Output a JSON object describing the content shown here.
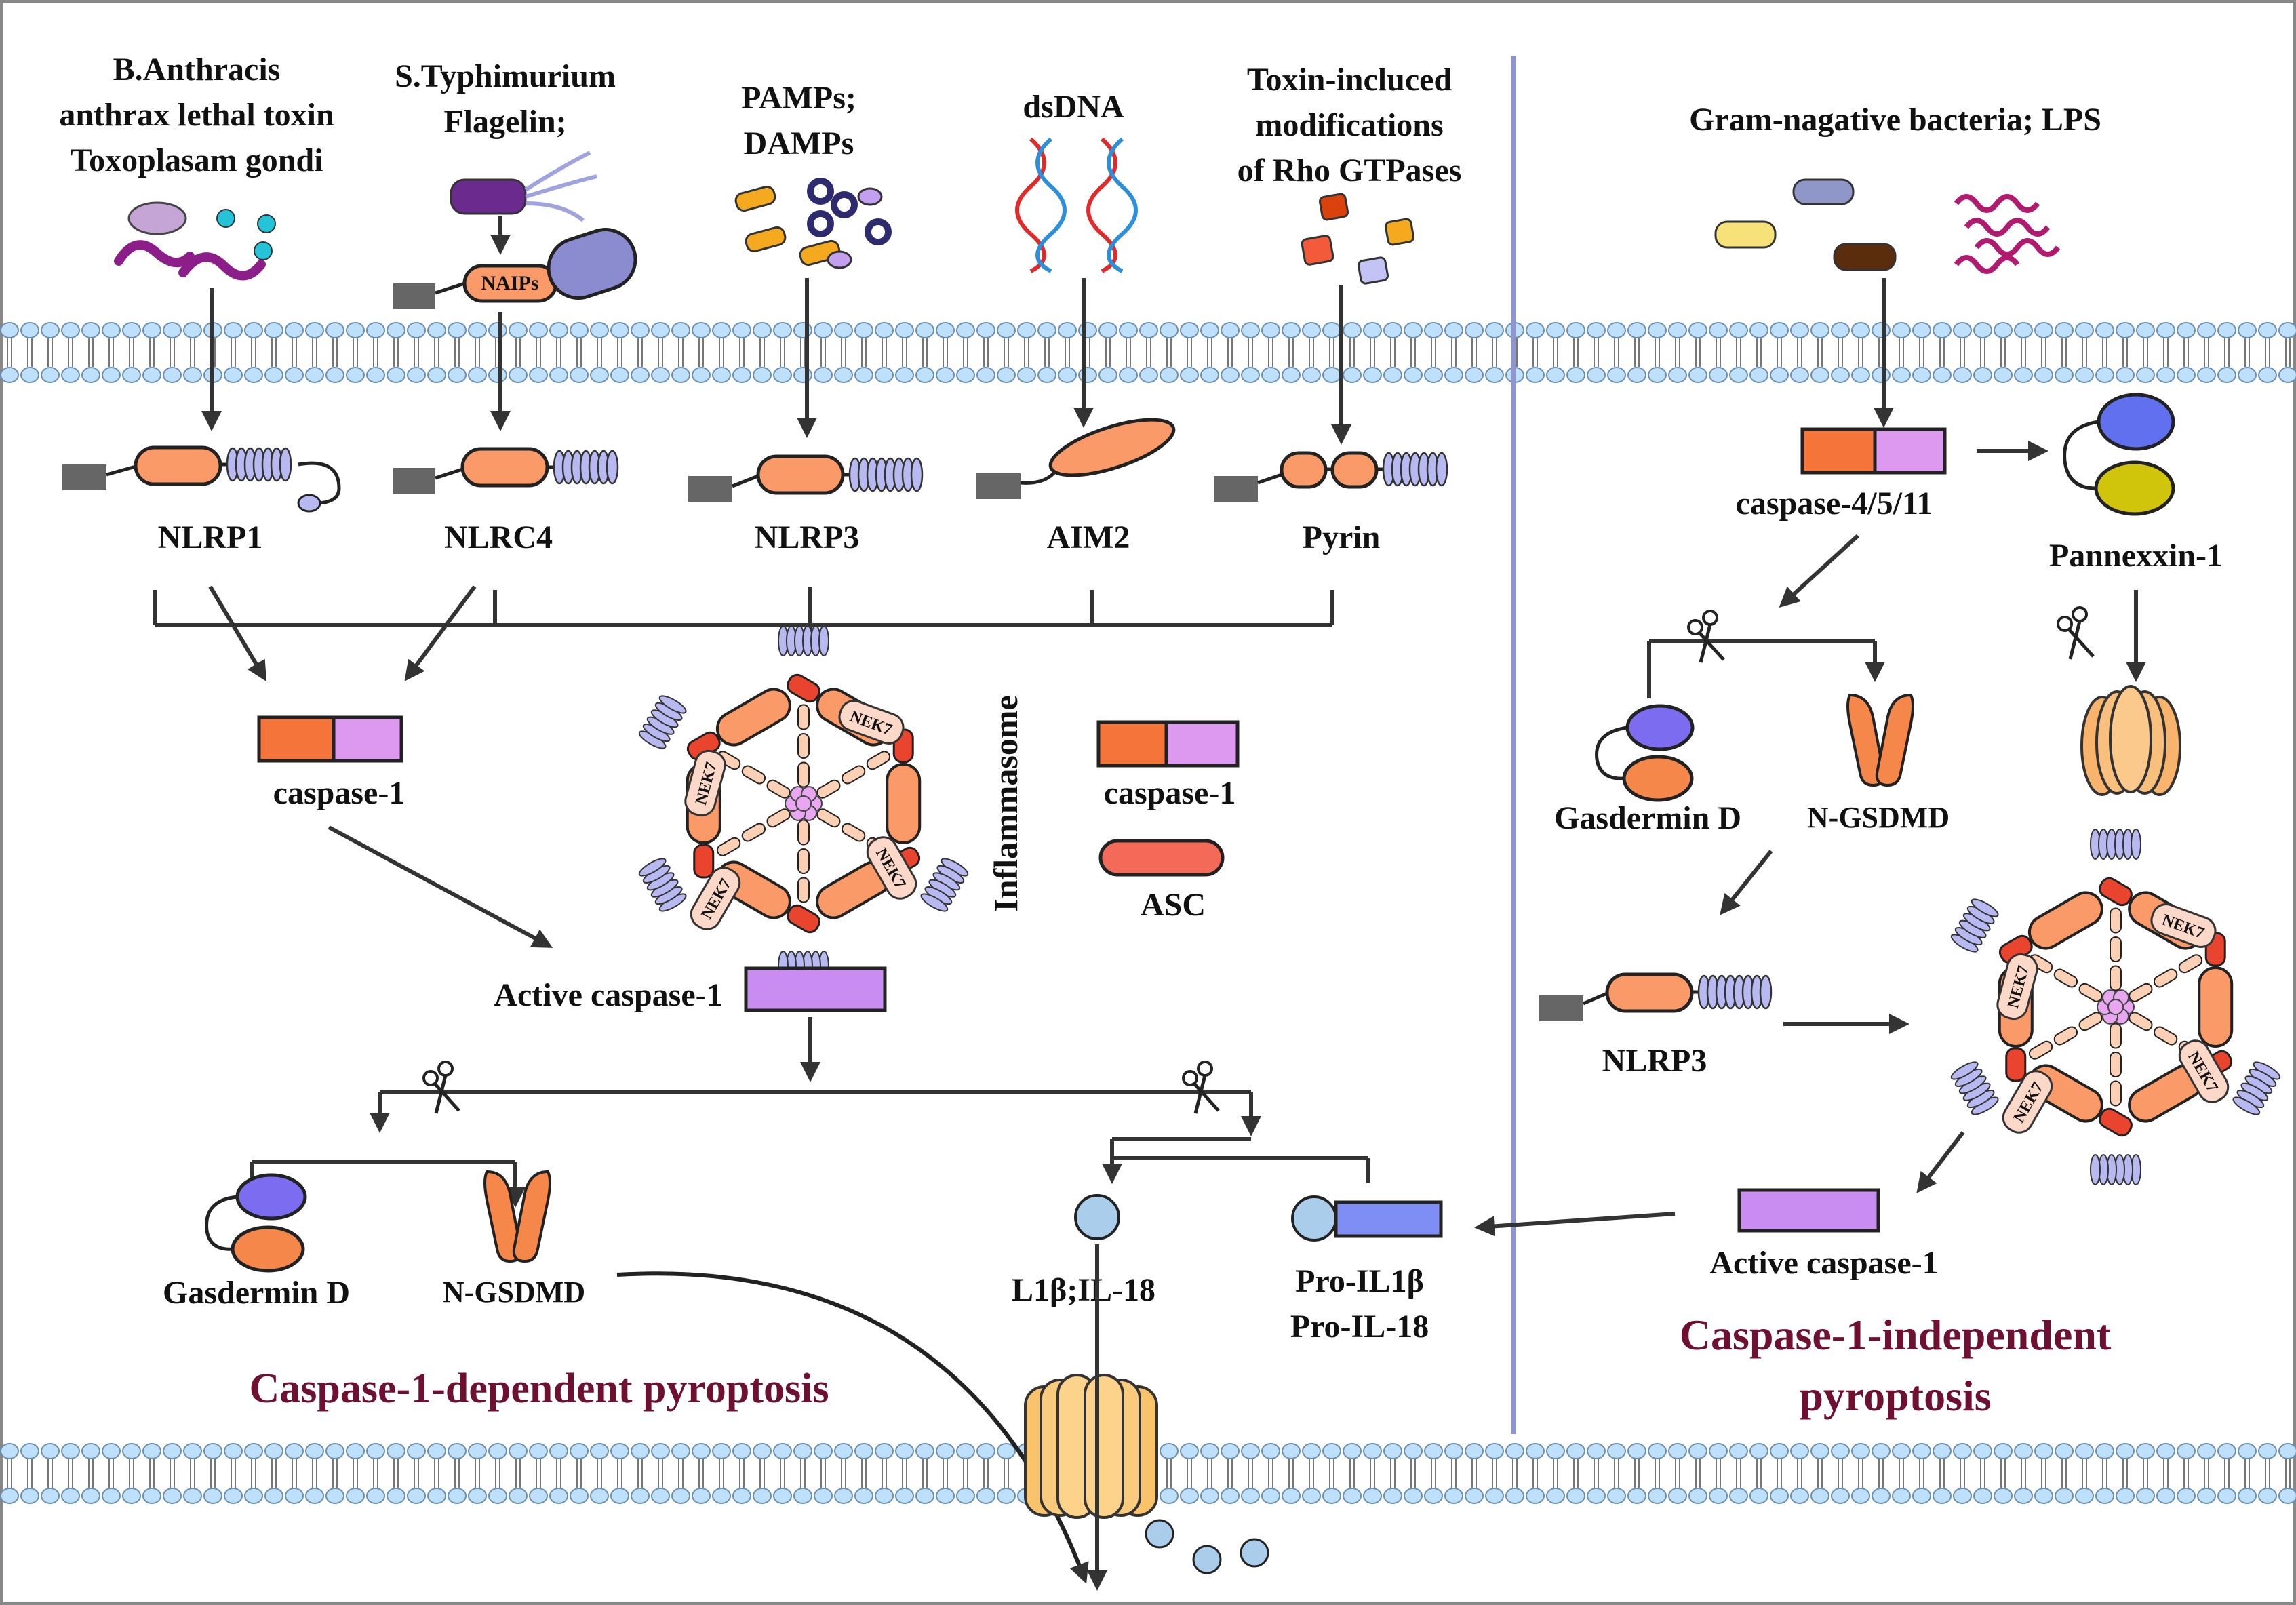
{
  "stimuli": {
    "anthrax": [
      "B.Anthracis",
      "anthrax lethal toxin",
      "Toxoplasam gondi"
    ],
    "typhimurium": [
      "S.Typhimurium",
      "Flagelin;"
    ],
    "pamps": [
      "PAMPs;",
      "DAMPs"
    ],
    "dsdna": [
      "dsDNA"
    ],
    "rho": [
      "Toxin-incluced",
      "modifications",
      "of Rho GTPases"
    ],
    "gram": [
      "Gram-nagative bacteria; LPS"
    ]
  },
  "naips_label": "NAIPs",
  "sensors": {
    "nlrp1": "NLRP1",
    "nlrc4": "NLRC4",
    "nlrp3": "NLRP3",
    "aim2": "AIM2",
    "pyrin": "Pyrin"
  },
  "left": {
    "caspase1_label": "caspase-1",
    "inflammasome_label": "Inflammasome",
    "legend_caspase1": "caspase-1",
    "legend_asc": "ASC",
    "active_caspase1": "Active caspase-1",
    "gasdermin_d": "Gasdermin D",
    "n_gsdmd": "N-GSDMD",
    "il1b": "L1β;IL-18",
    "pro_il1b": [
      "Pro-IL1β",
      "Pro-IL-18"
    ],
    "title": "Caspase-1-dependent pyroptosis"
  },
  "right": {
    "caspase_4511": "caspase-4/5/11",
    "pannexin": "Pannexxin-1",
    "gasdermin_d": "Gasdermin D",
    "n_gsdmd": "N-GSDMD",
    "nlrp3": "NLRP3",
    "active_caspase1": "Active caspase-1",
    "title": [
      "Caspase-1-independent",
      "pyroptosis"
    ]
  },
  "nek7_label": "NEK7",
  "colors": {
    "caspase_orange": "#f5743a",
    "caspase_violet": "#dd99f0",
    "active_caspase_violet": "#c98cf0",
    "nlr_body": "#f99a68",
    "lrr_blue": "#b7b9f0",
    "divider": "#8f96cf",
    "membrane_head": "#bfe0fb",
    "title_red": "#6e1030"
  }
}
